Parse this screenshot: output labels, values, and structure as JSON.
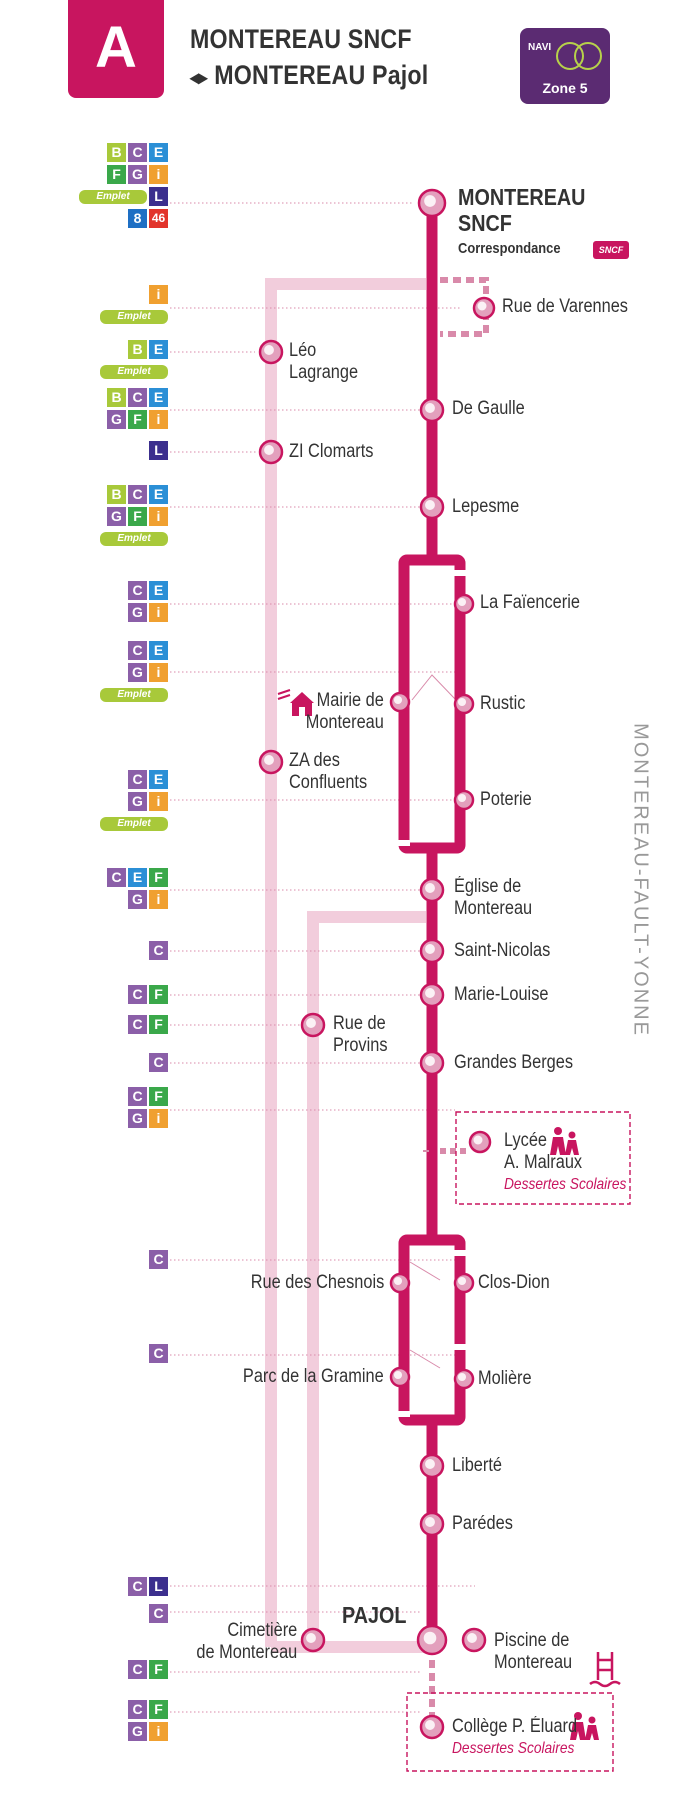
{
  "header": {
    "line_letter": "A",
    "from": "MONTEREAU SNCF",
    "arrows": "◂▸",
    "to": "MONTEREAU Pajol",
    "brand": "NAVI",
    "zone": "Zone 5"
  },
  "city_label": "MONTEREAU-FAULT-YONNE",
  "terminus_note": "Correspondance",
  "sncf_logo": "SNCF",
  "school_label": "Dessertes Scolaires",
  "colors": {
    "brand": "#c8155f",
    "light": "#f2cddc",
    "navi": "#5b2b72",
    "B": "#a8c93a",
    "C": "#8b5fa8",
    "E": "#2b8fd6",
    "F": "#3aa84a",
    "G": "#8b5fa8",
    "i": "#f0a030",
    "L": "#3c2f8e",
    "8": "#1e6fc4",
    "46": "#e2342b",
    "emplet": "#a8c93a"
  },
  "stops": [
    {
      "name": "MONTEREAU\nSNCF",
      "connections": [
        [
          "B",
          "C",
          "E"
        ],
        [
          "F",
          "G",
          "i"
        ],
        [
          "Emplet",
          "L"
        ],
        [
          "8",
          "46"
        ]
      ]
    },
    {
      "name": "Rue de Varennes",
      "connections": [
        [
          "i"
        ],
        [
          "Emplet"
        ]
      ]
    },
    {
      "name": "Léo\nLagrange",
      "connections": [
        [
          "B",
          "E"
        ],
        [
          "Emplet"
        ]
      ]
    },
    {
      "name": "De Gaulle",
      "connections": [
        [
          "B",
          "C",
          "E"
        ],
        [
          "G",
          "F",
          "i"
        ]
      ]
    },
    {
      "name": "ZI Clomarts",
      "connections": [
        [
          "L"
        ]
      ]
    },
    {
      "name": "Lepesme",
      "connections": [
        [
          "B",
          "C",
          "E"
        ],
        [
          "G",
          "F",
          "i"
        ],
        [
          "Emplet"
        ]
      ]
    },
    {
      "name": "La Faïencerie",
      "connections": [
        [
          "C",
          "E"
        ],
        [
          "G",
          "i"
        ]
      ]
    },
    {
      "name": "Rustic",
      "connections": [
        [
          "C",
          "E"
        ],
        [
          "G",
          "i"
        ],
        [
          "Emplet"
        ]
      ]
    },
    {
      "name": "Mairie de\nMontereau",
      "connections": []
    },
    {
      "name": "ZA des\nConfluents",
      "connections": []
    },
    {
      "name": "Poterie",
      "connections": [
        [
          "C",
          "E"
        ],
        [
          "G",
          "i"
        ],
        [
          "Emplet"
        ]
      ]
    },
    {
      "name": "Église de\nMontereau",
      "connections": [
        [
          "C",
          "E",
          "F"
        ],
        [
          "G",
          "i"
        ]
      ]
    },
    {
      "name": "Saint-Nicolas",
      "connections": [
        [
          "C"
        ]
      ]
    },
    {
      "name": "Marie-Louise",
      "connections": [
        [
          "C",
          "F"
        ]
      ]
    },
    {
      "name": "Rue de\nProvins",
      "connections": [
        [
          "C",
          "F"
        ]
      ]
    },
    {
      "name": "Grandes Berges",
      "connections": [
        [
          "C"
        ]
      ]
    },
    {
      "name": "Lycée\nA. Malraux",
      "connections": [
        [
          "C",
          "F"
        ],
        [
          "G",
          "i"
        ]
      ]
    },
    {
      "name": "Clos-Dion",
      "connections": [
        [
          "C"
        ]
      ]
    },
    {
      "name": "Rue des Chesnois",
      "connections": []
    },
    {
      "name": "Molière",
      "connections": [
        [
          "C"
        ]
      ]
    },
    {
      "name": "Parc de la Gramine",
      "connections": []
    },
    {
      "name": "Liberté",
      "connections": []
    },
    {
      "name": "Parédes",
      "connections": []
    },
    {
      "name": "PAJOL",
      "connections": [
        [
          "C",
          "L"
        ]
      ]
    },
    {
      "name": "Cimetière\nde Montereau",
      "connections": [
        [
          "C"
        ]
      ]
    },
    {
      "name": "Piscine de\nMontereau",
      "connections": [
        [
          "C",
          "F"
        ]
      ]
    },
    {
      "name": "Collège P. Éluard",
      "connections": [
        [
          "C",
          "F"
        ],
        [
          "G",
          "i"
        ]
      ]
    }
  ]
}
